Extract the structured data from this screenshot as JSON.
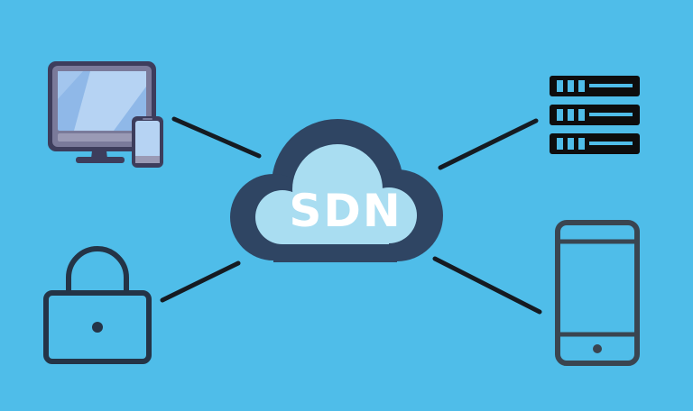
{
  "diagram": {
    "center_label": "SDN",
    "nodes": [
      {
        "id": "desktop-devices",
        "icon": "desktop-and-phone-icon"
      },
      {
        "id": "server-rack",
        "icon": "server-rack-icon"
      },
      {
        "id": "security-lock",
        "icon": "padlock-icon"
      },
      {
        "id": "mobile-device",
        "icon": "smartphone-icon"
      }
    ]
  },
  "colors": {
    "background": "#4fbde9",
    "cloud_outline": "#2f4563",
    "cloud_fill": "#a9ddf1",
    "label": "#ffffff",
    "connector": "#151b22",
    "monitor_frame": "#3d3d5c",
    "monitor_body": "#7a7a9a",
    "monitor_screen": "#8fb8e8",
    "server": "#0d0d0d",
    "lock": "#243447",
    "phone": "#3a4550"
  }
}
